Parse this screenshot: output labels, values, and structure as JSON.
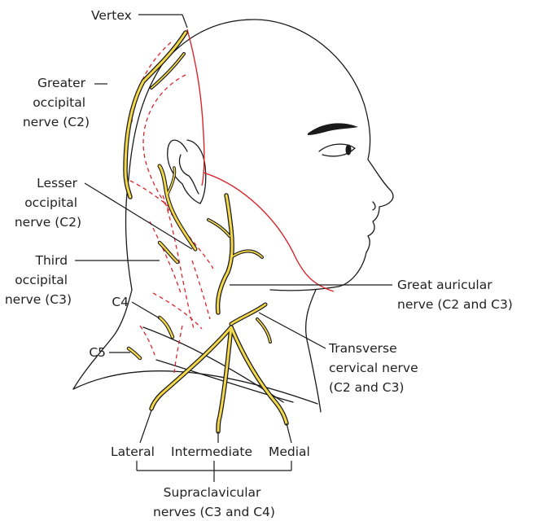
{
  "labels": {
    "vertex": "Vertex",
    "greater_occipital": [
      "Greater",
      "occipital",
      "nerve (C2)"
    ],
    "lesser_occipital": [
      "Lesser",
      "occipital",
      "nerve (C2)"
    ],
    "third_occipital": [
      "Third",
      "occipital",
      "nerve (C3)"
    ],
    "c4": "C4",
    "c5": "C5",
    "great_auricular": [
      "Great auricular",
      "nerve (C2 and C3)"
    ],
    "transverse_cervical": [
      "Transverse",
      "cervical nerve",
      "(C2 and C3)"
    ],
    "lateral": "Lateral",
    "intermediate": "Intermediate",
    "medial": "Medial",
    "supraclavicular": [
      "Supraclavicular",
      "nerves (C3 and C4)"
    ]
  },
  "colors": {
    "nerve_fill": "#f2d84a",
    "boundary_red": "#d8262b",
    "outline": "#1a1a1a"
  }
}
